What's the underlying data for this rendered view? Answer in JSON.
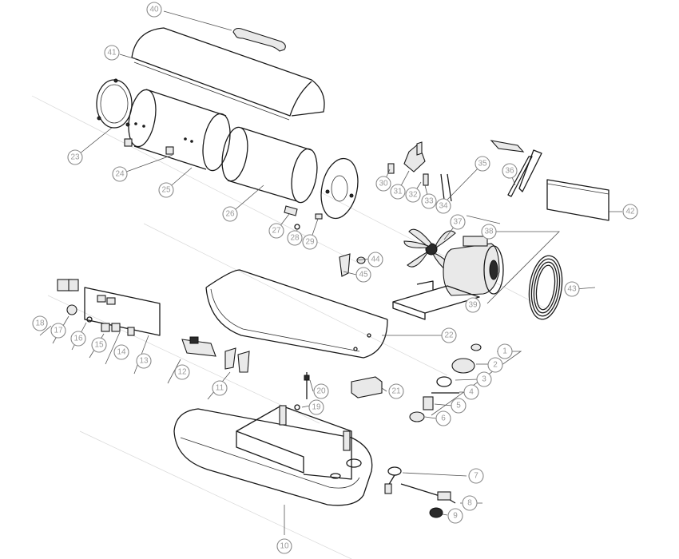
{
  "labels": {
    "p1": "1",
    "p2": "2",
    "p3": "3",
    "p4": "4",
    "p5": "5",
    "p6": "6",
    "p7": "7",
    "p8": "8",
    "p9": "9",
    "p10": "10",
    "p11": "11",
    "p12": "12",
    "p13": "13",
    "p14": "14",
    "p15": "15",
    "p16": "16",
    "p17": "17",
    "p18": "18",
    "p19": "19",
    "p20": "20",
    "p21": "21",
    "p22": "22",
    "p23": "23",
    "p24": "24",
    "p25": "25",
    "p26": "26",
    "p27": "27",
    "p28": "28",
    "p29": "29",
    "p30": "30",
    "p31": "31",
    "p32": "32",
    "p33": "33",
    "p34": "34",
    "p35": "35",
    "p36": "36",
    "p37": "37",
    "p38": "38",
    "p39": "39",
    "p40": "40",
    "p41": "41",
    "p42": "42",
    "p43": "43",
    "p44": "44",
    "p45": "45"
  }
}
